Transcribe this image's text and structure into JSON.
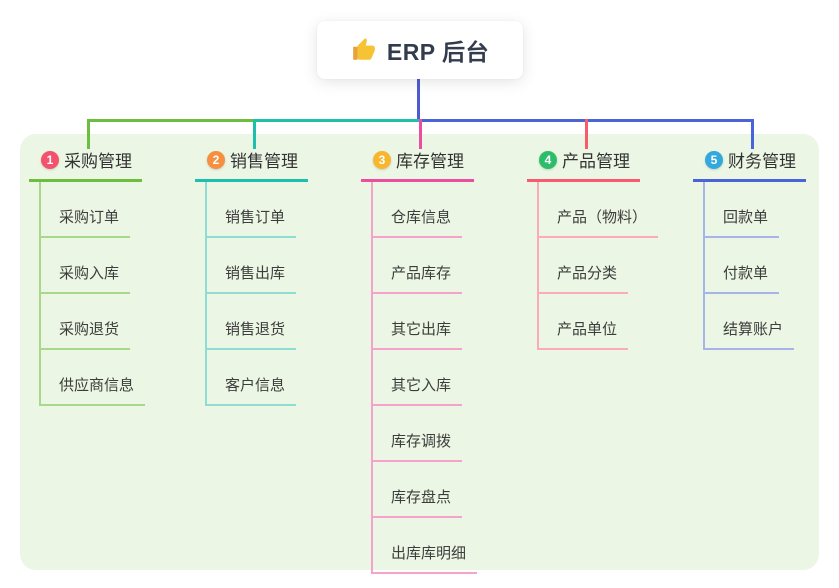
{
  "root": {
    "label": "ERP 后台",
    "icon": "thumbs-up-icon",
    "icon_color": "#f6c335",
    "icon_cuff_color": "#e9a13b",
    "box_color": "#ffffff",
    "text_color": "#333c4d"
  },
  "panel": {
    "background_color": "#ebf6e4"
  },
  "connector": {
    "root_line_color": "#4f5ad2",
    "bus_right_color": "#4a63d8"
  },
  "branches": [
    {
      "index": "1",
      "label": "采购管理",
      "badge_color": "#f4516c",
      "line_color": "#6cbe3e",
      "child_line_color": "#a8d98b",
      "children": [
        "采购订单",
        "采购入库",
        "采购退货",
        "供应商信息"
      ]
    },
    {
      "index": "2",
      "label": "销售管理",
      "badge_color": "#f68f40",
      "line_color": "#1fbfae",
      "child_line_color": "#8edcd4",
      "children": [
        "销售订单",
        "销售出库",
        "销售退货",
        "客户信息"
      ]
    },
    {
      "index": "3",
      "label": "库存管理",
      "badge_color": "#f8b62d",
      "line_color": "#eb4d9f",
      "child_line_color": "#f5a2cc",
      "children": [
        "仓库信息",
        "产品库存",
        "其它出库",
        "其它入库",
        "库存调拨",
        "库存盘点",
        "出库库明细"
      ]
    },
    {
      "index": "4",
      "label": "产品管理",
      "badge_color": "#2cbd6b",
      "line_color": "#f85a6e",
      "child_line_color": "#fcaab5",
      "children": [
        "产品（物料）",
        "产品分类",
        "产品单位"
      ]
    },
    {
      "index": "5",
      "label": "财务管理",
      "badge_color": "#32a8dc",
      "line_color": "#4a63d8",
      "child_line_color": "#a7b4ea",
      "children": [
        "回款单",
        "付款单",
        "结算账户"
      ]
    }
  ]
}
